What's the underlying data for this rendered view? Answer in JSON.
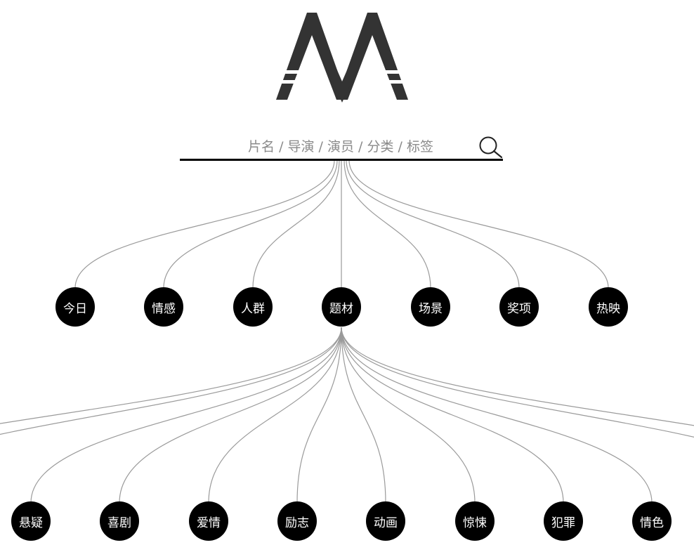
{
  "search": {
    "placeholder": "片名 / 导演 / 演员 / 分类 / 标签"
  },
  "icons": {
    "logo": "brand-m-logo",
    "search": "search-icon"
  },
  "colors": {
    "logo": "#333333",
    "node_fill": "#000000",
    "node_text": "#ffffff",
    "link": "#9a9a9a"
  },
  "categories": [
    {
      "id": "today",
      "label": "今日"
    },
    {
      "id": "emotion",
      "label": "情感"
    },
    {
      "id": "crowd",
      "label": "人群"
    },
    {
      "id": "theme",
      "label": "题材"
    },
    {
      "id": "scene",
      "label": "场景"
    },
    {
      "id": "award",
      "label": "奖项"
    },
    {
      "id": "hot",
      "label": "热映"
    }
  ],
  "expanded_category": "theme",
  "subcategories": [
    {
      "id": "suspense",
      "label": "悬疑"
    },
    {
      "id": "comedy",
      "label": "喜剧"
    },
    {
      "id": "romance",
      "label": "爱情"
    },
    {
      "id": "inspirational",
      "label": "励志"
    },
    {
      "id": "animation",
      "label": "动画"
    },
    {
      "id": "thriller",
      "label": "惊悚"
    },
    {
      "id": "crime",
      "label": "犯罪"
    },
    {
      "id": "erotic",
      "label": "情色"
    }
  ]
}
